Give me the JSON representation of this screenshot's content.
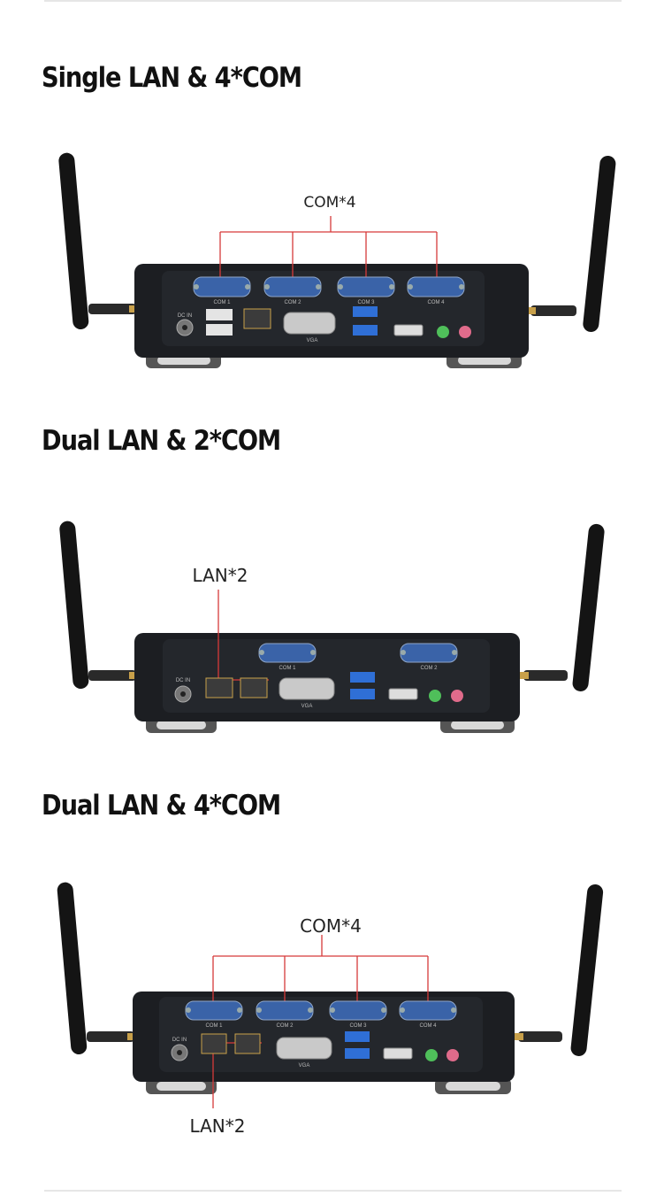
{
  "sections": [
    {
      "heading": "Single LAN & 4*COM",
      "callouts": [
        "COM*4"
      ],
      "panel_labels": {
        "dc_in": "DC IN",
        "com": [
          "COM 1",
          "COM 2",
          "COM 3",
          "COM 4"
        ],
        "vga": "VGA"
      }
    },
    {
      "heading": "Dual LAN & 2*COM",
      "callouts": [
        "LAN*2"
      ],
      "panel_labels": {
        "dc_in": "DC IN",
        "com": [
          "COM 1",
          "COM 2"
        ],
        "vga": "VGA"
      }
    },
    {
      "heading": "Dual LAN & 4*COM",
      "callouts": [
        "COM*4",
        "LAN*2"
      ],
      "panel_labels": {
        "dc_in": "DC IN",
        "com": [
          "COM 1",
          "COM 2",
          "COM 3",
          "COM 4"
        ],
        "vga": "VGA"
      }
    }
  ],
  "colors": {
    "callout_line": "#d63a3a",
    "case": "#1c1e22",
    "panel": "#24272c",
    "com_port": "#3a63a8",
    "usb3": "#2f6fd6",
    "audio_out": "#4fbf5a",
    "audio_in": "#e06b8b"
  }
}
